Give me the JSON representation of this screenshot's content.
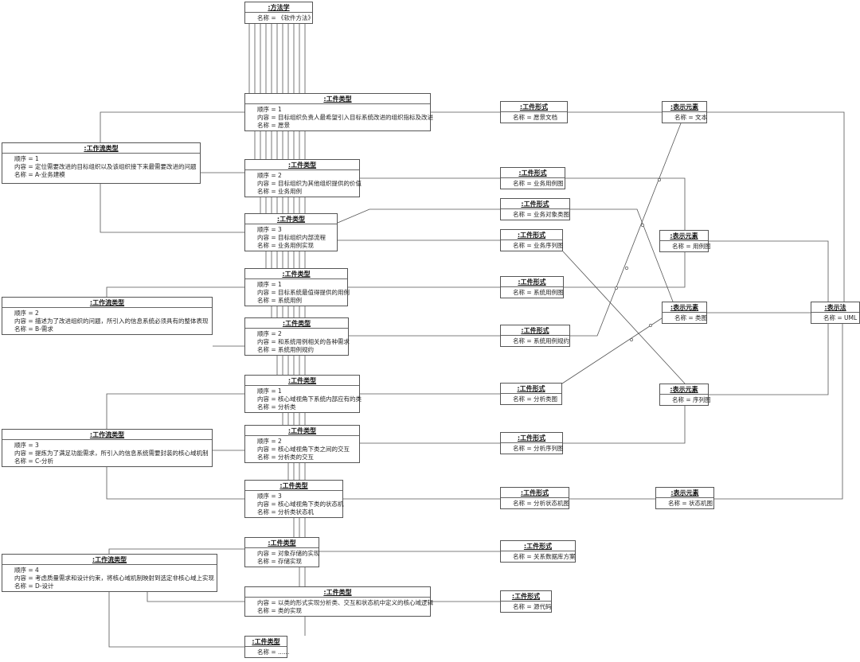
{
  "objects": [
    {
      "id": "methodology",
      "title": ":方法学",
      "attrs": [
        "名称 = 《软件方法》"
      ]
    },
    {
      "id": "wf1",
      "title": ":工作流类型",
      "attrs": [
        "顺序 = 1",
        "内容 = 定位需要改进的目标组织以及该组织接下来最需要改进的问题",
        "名称 = A-业务建模"
      ]
    },
    {
      "id": "wf2",
      "title": ":工作流类型",
      "attrs": [
        "顺序 = 2",
        "内容 = 描述为了改进组织的问题，所引入的信息系统必须具有的整体表现",
        "名称 = B-需求"
      ]
    },
    {
      "id": "wf3",
      "title": ":工作流类型",
      "attrs": [
        "顺序 = 3",
        "内容 = 提炼为了满足功能需求，所引入的信息系统需要封装的核心域机制",
        "名称 = C-分析"
      ]
    },
    {
      "id": "wf4",
      "title": ":工作流类型",
      "attrs": [
        "顺序 = 4",
        "内容 = 考虑质量需求和设计约束，将核心域机制映射到选定非核心域上实现",
        "名称 = D-设计"
      ]
    },
    {
      "id": "a1",
      "title": ":工件类型",
      "attrs": [
        "顺序 = 1",
        "内容 = 目标组织负责人最希望引入目标系统改进的组织指标及改进",
        "名称 = 愿景"
      ]
    },
    {
      "id": "a2",
      "title": ":工件类型",
      "attrs": [
        "顺序 = 2",
        "内容 = 目标组织为其他组织提供的价值",
        "名称 = 业务用例"
      ]
    },
    {
      "id": "a3",
      "title": ":工件类型",
      "attrs": [
        "顺序 = 3",
        "内容 = 目标组织内部流程",
        "名称 = 业务用例实现"
      ]
    },
    {
      "id": "a4",
      "title": ":工件类型",
      "attrs": [
        "顺序 = 1",
        "内容 = 目标系统最值得提供的用例",
        "名称 = 系统用例"
      ]
    },
    {
      "id": "a5",
      "title": ":工件类型",
      "attrs": [
        "顺序 = 2",
        "内容 = 和系统用例相关的各种需求",
        "名称 = 系统用例规约"
      ]
    },
    {
      "id": "a6",
      "title": ":工件类型",
      "attrs": [
        "顺序 = 1",
        "内容 = 核心域视角下系统内部应有的类",
        "名称 = 分析类"
      ]
    },
    {
      "id": "a7",
      "title": ":工件类型",
      "attrs": [
        "顺序 = 2",
        "内容 = 核心域视角下类之间的交互",
        "名称 = 分析类的交互"
      ]
    },
    {
      "id": "a8",
      "title": ":工件类型",
      "attrs": [
        "顺序 = 3",
        "内容 = 核心域视角下类的状态机",
        "名称 = 分析类状态机"
      ]
    },
    {
      "id": "a9",
      "title": ":工件类型",
      "attrs": [
        "内容 = 对象存储的实现",
        "名称 = 存储实现"
      ]
    },
    {
      "id": "a10",
      "title": ":工件类型",
      "attrs": [
        "内容 = 以类的形式实现分析类、交互和状态机中定义的核心域逻辑",
        "名称 = 类的实现"
      ]
    },
    {
      "id": "a11",
      "title": ":工件类型",
      "attrs": [
        "名称 = ......"
      ]
    },
    {
      "id": "f1",
      "title": ":工件形式",
      "attrs": [
        "名称 = 愿景文档"
      ]
    },
    {
      "id": "f2",
      "title": ":工件形式",
      "attrs": [
        "名称 = 业务用例图"
      ]
    },
    {
      "id": "f3",
      "title": ":工件形式",
      "attrs": [
        "名称 = 业务对象类图"
      ]
    },
    {
      "id": "f4",
      "title": ":工件形式",
      "attrs": [
        "名称 = 业务序列图"
      ]
    },
    {
      "id": "f5",
      "title": ":工件形式",
      "attrs": [
        "名称 = 系统用例图"
      ]
    },
    {
      "id": "f6",
      "title": ":工件形式",
      "attrs": [
        "名称 = 系统用例规约"
      ]
    },
    {
      "id": "f7",
      "title": ":工件形式",
      "attrs": [
        "名称 = 分析类图"
      ]
    },
    {
      "id": "f8",
      "title": ":工件形式",
      "attrs": [
        "名称 = 分析序列图"
      ]
    },
    {
      "id": "f9",
      "title": ":工件形式",
      "attrs": [
        "名称 = 分析状态机图"
      ]
    },
    {
      "id": "f10",
      "title": ":工件形式",
      "attrs": [
        "名称 = 关系数据库方案"
      ]
    },
    {
      "id": "f11",
      "title": ":工件形式",
      "attrs": [
        "名称 = 源代码"
      ]
    },
    {
      "id": "e1",
      "title": ":表示元素",
      "attrs": [
        "名称 = 文本"
      ]
    },
    {
      "id": "e2",
      "title": ":表示元素",
      "attrs": [
        "名称 = 用例图"
      ]
    },
    {
      "id": "e3",
      "title": ":表示元素",
      "attrs": [
        "名称 = 类图"
      ]
    },
    {
      "id": "e4",
      "title": ":表示元素",
      "attrs": [
        "名称 = 序列图"
      ]
    },
    {
      "id": "e5",
      "title": ":表示元素",
      "attrs": [
        "名称 = 状态机图"
      ]
    },
    {
      "id": "notation",
      "title": ":表示法",
      "attrs": [
        "名称 = UML"
      ]
    }
  ]
}
